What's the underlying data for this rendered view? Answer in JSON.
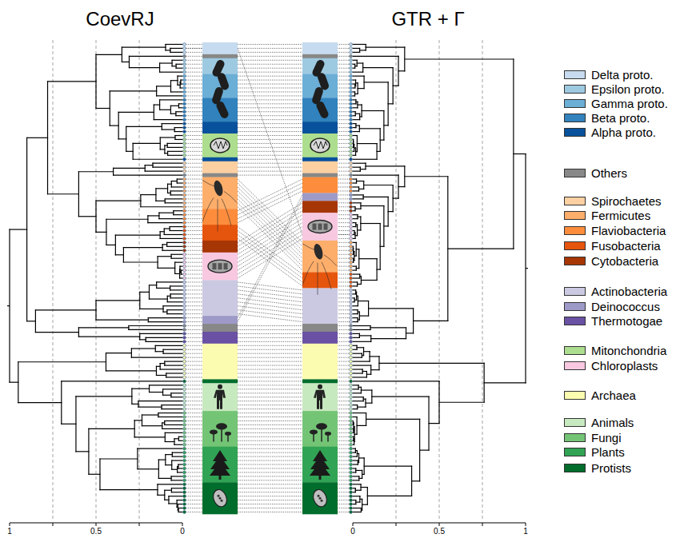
{
  "diagram": {
    "labels": [
      "CoevRJ",
      "GTR + Γ",
      "1",
      "0.5",
      "0",
      "0",
      "0.5",
      "1"
    ],
    "legend": [
      {
        "text": "Delta proto.",
        "color": "#c6dbef"
      },
      {
        "text": "Epsilon proto.",
        "color": "#9ecae1"
      },
      {
        "text": "Gamma proto.",
        "color": "#6baed6"
      },
      {
        "text": "Beta proto.",
        "color": "#3182bd"
      },
      {
        "text": "Alpha proto.",
        "color": "#08519c"
      },
      {
        "text": "Others",
        "color": "#888888"
      },
      {
        "text": "Spirochaetes",
        "color": "#fdd0a2"
      },
      {
        "text": "Fermicutes",
        "color": "#fdae6b"
      },
      {
        "text": "Flaviobacteria",
        "color": "#fd8d3c"
      },
      {
        "text": "Fusobacteria",
        "color": "#e6550d"
      },
      {
        "text": "Cytobacteria",
        "color": "#a63603"
      },
      {
        "text": "Actinobacteria",
        "color": "#cbc9e2"
      },
      {
        "text": "Deinococcus",
        "color": "#9e9ac8"
      },
      {
        "text": "Thermotogae",
        "color": "#6a51a3"
      },
      {
        "text": "Mitonchondria",
        "color": "#addd8e"
      },
      {
        "text": "Chloroplasts",
        "color": "#f7c8e0"
      },
      {
        "text": "Archaea",
        "color": "#fcfcb0"
      },
      {
        "text": "Animals",
        "color": "#c7e9c0"
      },
      {
        "text": "Fungi",
        "color": "#74c476"
      },
      {
        "text": "Plants",
        "color": "#31a354"
      },
      {
        "text": "Protists",
        "color": "#006d2c"
      }
    ]
  }
}
